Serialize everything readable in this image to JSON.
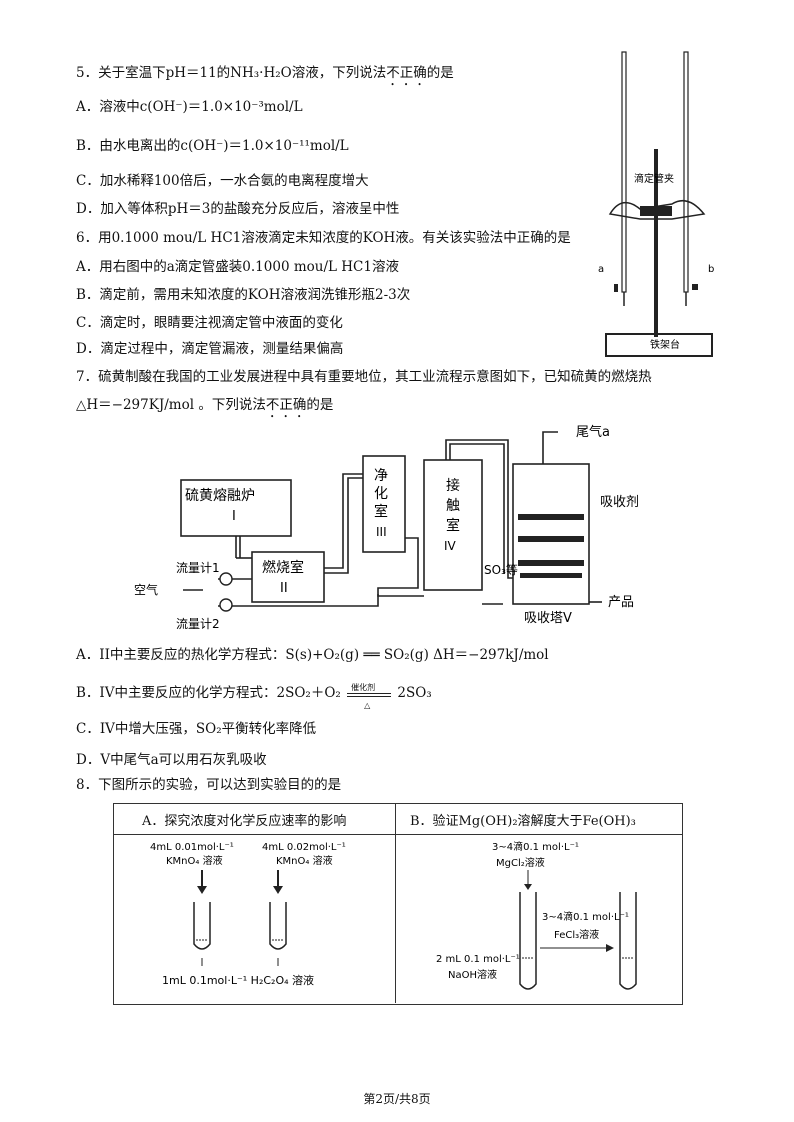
{
  "q5": {
    "stem_a": "5．关于室温下",
    "stem_b": "pH＝11的NH₃·H₂O溶液，下列说法",
    "stem_dots": "不正确",
    "stem_c": "的是",
    "A": "A．溶液中c(OH⁻)＝1.0×10⁻³mol/L",
    "B": "B．由水电离出的c(OH⁻)＝1.0×10⁻¹¹mol/L",
    "C": "C．加水稀释100倍后，一水合氨的电离程度增大",
    "D": "D．加入等体积pH＝3的盐酸充分反应后，溶液呈中性"
  },
  "q6": {
    "stem": "6．用0.1000 mou/L HC1溶液滴定未知浓度的KOH液。有关该实验法中正确的是",
    "A": "A．用右图中的a滴定管盛装0.1000 mou/L HC1溶液",
    "B": "B．滴定前，需用未知浓度的KOH溶液润洗锥形瓶2-3次",
    "C": "C．滴定时，眼睛要注视滴定管中液面的变化",
    "D": "D．滴定过程中，滴定管漏液，测量结果偏高",
    "fig": {
      "clamp": "滴定管夹",
      "a": "a",
      "b": "b",
      "stand": "铁架台"
    }
  },
  "q7": {
    "stem1": "7．硫黄制酸在我国的工业发展进程中具有重要地位，其工业流程示意图如下，已知硫黄的燃烧热",
    "stem2_a": "△H＝−297KJ/mol 。下列说法",
    "stem2_dots": "不正确",
    "stem2_b": "的是",
    "fig": {
      "furnace": "硫黄熔融炉",
      "furnace_num": "I",
      "burner": "燃烧室",
      "burner_num": "II",
      "purify1": "净",
      "purify2": "化",
      "purify3": "室",
      "purify_num": "III",
      "contact1": "接",
      "contact2": "触",
      "contact3": "室",
      "contact_num": "IV",
      "tail": "尾气a",
      "absorbent": "吸收剂",
      "so3": "SO₃等",
      "product": "产品",
      "tower": "吸收塔V",
      "flow1": "流量计1",
      "flow2": "流量计2",
      "air": "空气"
    },
    "A": "A．II中主要反应的热化学方程式：S(s)+O₂(g) ══ SO₂(g)   ΔH＝−297kJ/mol",
    "B_a": "B．IV中主要反应的化学方程式：2SO₂＋O₂",
    "B_cat": "催化剂",
    "B_heat": "△",
    "B_b": "2SO₃",
    "C": "C．IV中增大压强，SO₂平衡转化率降低",
    "D": "D．V中尾气a可以用石灰乳吸收"
  },
  "q8": {
    "stem": "8．下图所示的实验，可以达到实验目的的是",
    "A_title": "A．探究浓度对化学反应速率的影响",
    "B_title": "B．验证Mg(OH)₂溶解度大于Fe(OH)₃",
    "A_fig": {
      "l1": "4mL 0.01mol·L⁻¹",
      "l2": "KMnO₄ 溶液",
      "r1": "4mL 0.02mol·L⁻¹",
      "r2": "KMnO₄ 溶液",
      "bottom": "1mL 0.1mol·L⁻¹ H₂C₂O₄ 溶液"
    },
    "B_fig": {
      "t1": "3~4滴0.1 mol·L⁻¹",
      "t2": "MgCl₂溶液",
      "m1": "3~4滴0.1 mol·L⁻¹",
      "m2": "FeCl₃溶液",
      "n1": "2 mL 0.1 mol·L⁻¹",
      "n2": "NaOH溶液"
    }
  },
  "footer": "第2页/共8页"
}
